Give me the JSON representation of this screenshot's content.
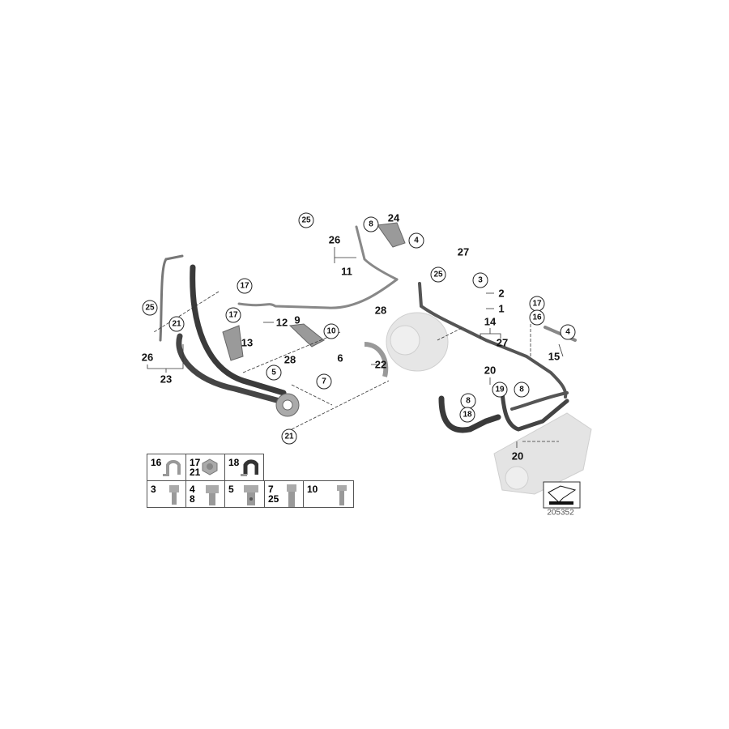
{
  "diagram_id": "205352",
  "callouts": {
    "l25a": "25",
    "l26a": "26",
    "l11": "11",
    "l8a": "8",
    "l24": "24",
    "l4a": "4",
    "l27a": "27",
    "l25b": "25",
    "l3": "3",
    "l2": "2",
    "l1": "1",
    "l14": "14",
    "l27b": "27",
    "l17a": "17",
    "l16": "16",
    "l4b": "4",
    "l15": "15",
    "l17b": "17",
    "l17c": "17",
    "l12": "12",
    "l9": "9",
    "l10": "10",
    "l13": "13",
    "l25c": "25",
    "l21a": "21",
    "l26b": "26",
    "l23": "23",
    "l28a": "28",
    "l22": "22",
    "l28b": "28",
    "l5": "5",
    "l6": "6",
    "l7": "7",
    "l21b": "21",
    "l20a": "20",
    "l19": "19",
    "l8b": "8",
    "l8c": "8",
    "l18": "18",
    "l20b": "20"
  },
  "parts_table": {
    "row1": [
      {
        "numbers": [
          "16"
        ],
        "icon": "pipe-clamp-icon"
      },
      {
        "numbers": [
          "17",
          "21"
        ],
        "icon": "hex-flange-nut-icon"
      },
      {
        "numbers": [
          "18"
        ],
        "icon": "rubber-lined-clamp-icon"
      }
    ],
    "row2": [
      {
        "numbers": [
          "3"
        ],
        "icon": "socket-head-bolt-icon"
      },
      {
        "numbers": [
          "4",
          "8"
        ],
        "icon": "hex-bolt-icon"
      },
      {
        "numbers": [
          "5"
        ],
        "icon": "banjo-bolt-icon"
      },
      {
        "numbers": [
          "7",
          "25"
        ],
        "icon": "socket-head-screw-icon"
      },
      {
        "numbers": [
          "10"
        ],
        "icon": "hex-screw-icon"
      }
    ]
  },
  "colors": {
    "hose": "#3a3a3a",
    "metal": "#8a8a8a",
    "ghost": "#d8d8d8",
    "line": "#222222"
  }
}
